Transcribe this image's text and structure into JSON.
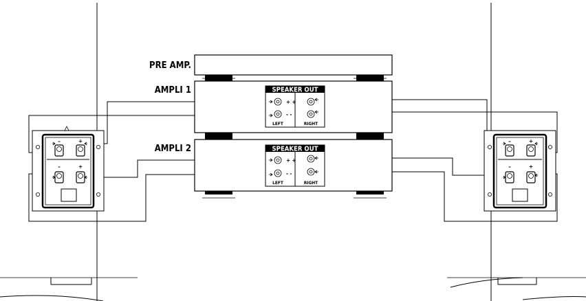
{
  "labels": {
    "preamp": "PRE AMP.",
    "ampli1": "AMPLI 1",
    "ampli2": "AMPLI 2"
  },
  "panel": {
    "title": "SPEAKER OUT",
    "left": "LEFT",
    "right": "RIGHT"
  },
  "terminal": {
    "minus": "–",
    "plus": "+"
  },
  "colors": {
    "line": "#000000",
    "background": "#ffffff"
  }
}
